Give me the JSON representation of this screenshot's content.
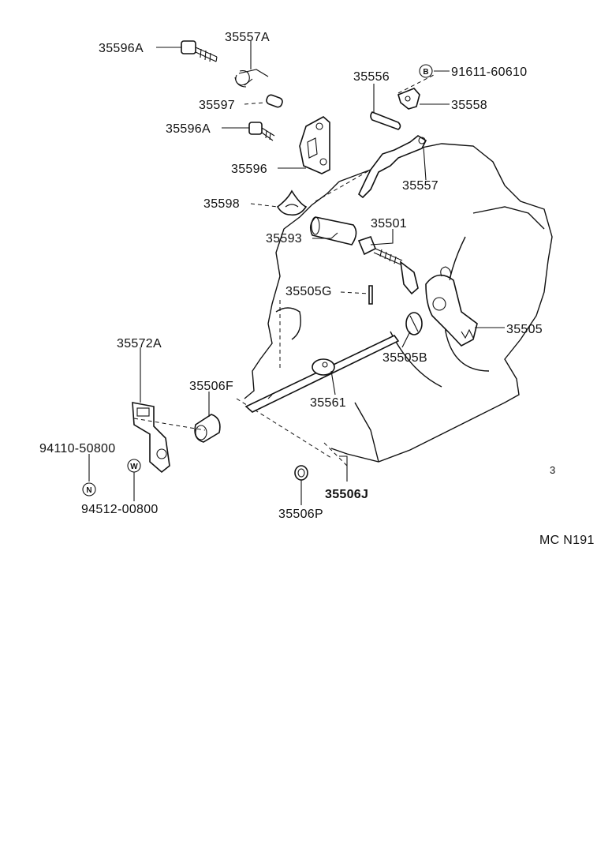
{
  "diagram_code": "MC N191",
  "stray_mark": "3",
  "callouts": {
    "c35596A_top": "35596A",
    "c35557A": "35557A",
    "c35597": "35597",
    "c35596A_mid": "35596A",
    "c35596": "35596",
    "c35598": "35598",
    "c35593": "35593",
    "c35556": "35556",
    "c91611": "91611-60610",
    "c35558": "35558",
    "c35557": "35557",
    "c35501": "35501",
    "c35505G": "35505G",
    "c35505": "35505",
    "c35505B": "35505B",
    "c35572A": "35572A",
    "c35506F": "35506F",
    "c35561": "35561",
    "c94110": "94110-50800",
    "c94512": "94512-00800",
    "c35506J": "35506J",
    "c35506P": "35506P"
  },
  "symbols": {
    "bolt_mark": "B",
    "nut_mark": "N",
    "washer_mark": "W"
  }
}
